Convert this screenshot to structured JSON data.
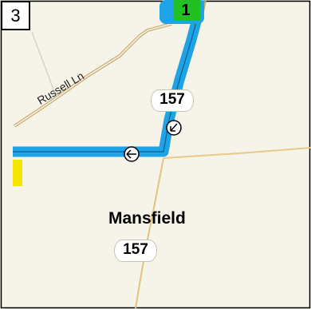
{
  "panel": {
    "number": "3"
  },
  "route": {
    "color": "#1ea4e6",
    "highlight_color": "#3cc8ff",
    "start_color": "#22c022",
    "edge_marker_color": "#f5e400"
  },
  "roads": {
    "highway_color": "#e8c98a",
    "local_road_color": "#c9a86b"
  },
  "labels": {
    "street": "Russell Ln",
    "town": "Mansfield",
    "route_shield_upper": "157",
    "route_shield_lower": "157",
    "start_marker": "1"
  },
  "icons": {
    "direction_arrow_1": "arrow-down-left-icon",
    "direction_arrow_2": "arrow-left-icon"
  }
}
